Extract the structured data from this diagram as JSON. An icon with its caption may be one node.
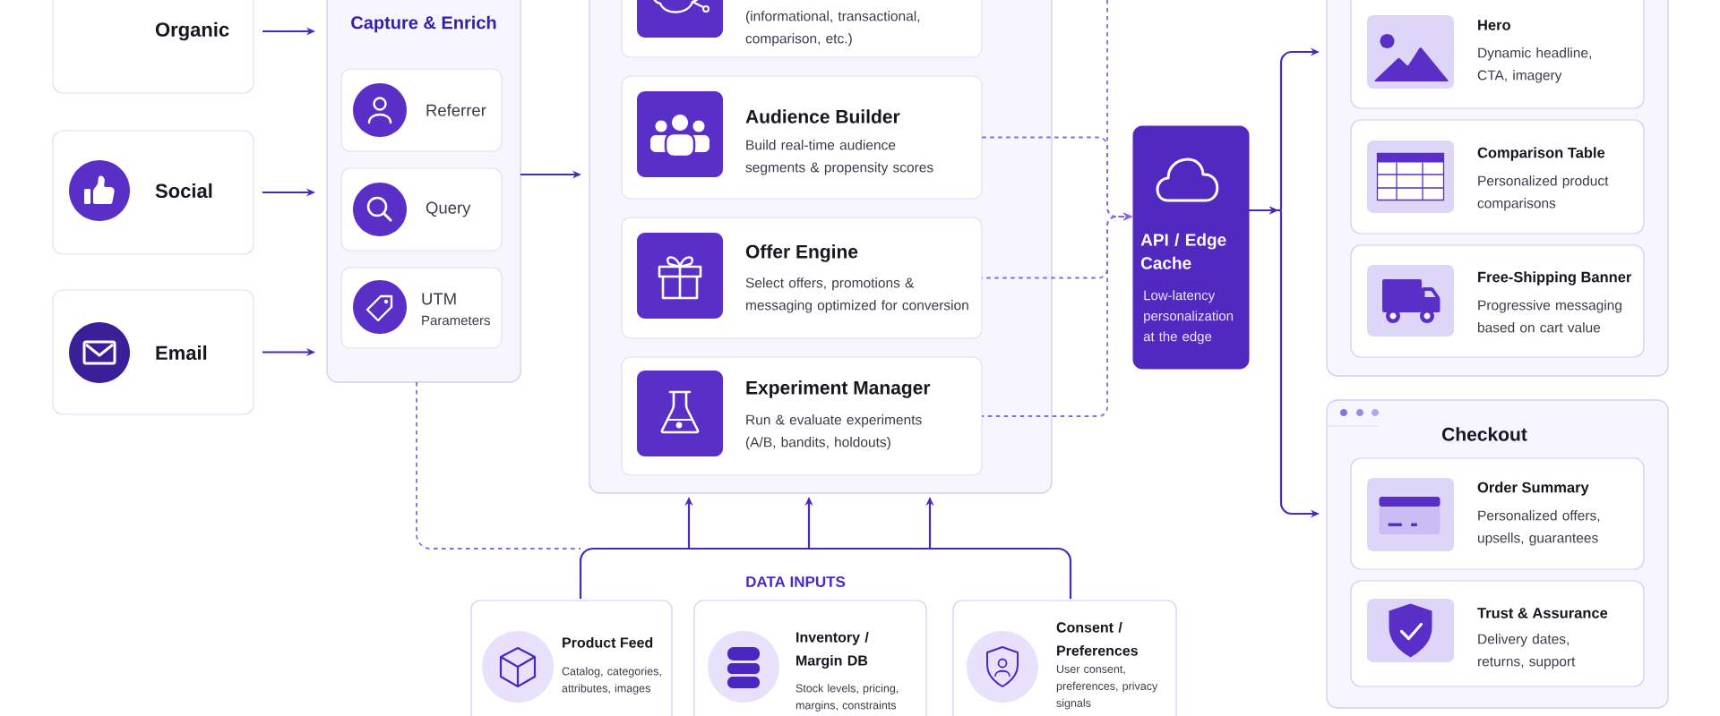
{
  "diagram": {
    "nodes": [
      {
        "text": [
          "Organic"
        ]
      },
      {
        "text": [
          "Social"
        ]
      },
      {
        "text": [
          "Email"
        ]
      },
      {
        "text": [
          "Capture & Enrich"
        ]
      },
      {
        "text": [
          "Referrer"
        ],
        "in": 3
      },
      {
        "text": [
          "Query"
        ],
        "in": 3
      },
      {
        "text": [
          "UTM",
          "Parameters"
        ],
        "in": 3
      },
      {
        "text": [],
        "shape": "box"
      },
      {
        "text": [
          "(informational, transactional, comparison, etc.)"
        ],
        "in": 7
      },
      {
        "text": [
          "Audience Builder",
          "Build real-time audience segments & propensity scores"
        ],
        "in": 7
      },
      {
        "text": [
          "Offer Engine",
          "Select offers, promotions & messaging optimized for conversion"
        ],
        "in": 7
      },
      {
        "text": [
          "Experiment Manager",
          "Run & evaluate experiments (A/B, bandits, holdouts)"
        ],
        "in": 7
      },
      {
        "text": [
          "API / Edge Cache",
          "Low-latency personalization at the edge"
        ]
      },
      {
        "text": [],
        "shape": "box"
      },
      {
        "text": [
          "Hero",
          "Dynamic headline, CTA, imagery"
        ],
        "in": 13
      },
      {
        "text": [
          "Comparison Table",
          "Personalized product comparisons"
        ],
        "in": 13
      },
      {
        "text": [
          "Free-Shipping Banner",
          "Progressive messaging based on cart value"
        ],
        "in": 13
      },
      {
        "text": [
          "Checkout"
        ]
      },
      {
        "text": [
          "Order Summary",
          "Personalized offers, upsells, guarantees"
        ],
        "in": 17
      },
      {
        "text": [
          "Trust & Assurance",
          "Delivery dates, returns, support"
        ],
        "in": 17
      },
      {
        "text": [
          "DATA INPUTS"
        ]
      },
      {
        "text": [
          "Product Feed",
          "Catalog, categories, attributes, images"
        ]
      },
      {
        "text": [
          "Inventory / Margin DB",
          "Stock levels, pricing, margins, constraints"
        ]
      },
      {
        "text": [
          "Consent / Preferences",
          "User consent, preferences, privacy signals"
        ]
      }
    ],
    "edges": [
      {
        "from": 0,
        "to": 3,
        "arrow": "to"
      },
      {
        "from": 1,
        "to": 3,
        "arrow": "to"
      },
      {
        "from": 2,
        "to": 3,
        "arrow": "to"
      },
      {
        "from": 3,
        "to": 7,
        "arrow": "to"
      },
      {
        "from": 9,
        "to": 12,
        "arrow": "to",
        "style": "dashed",
        "color": "#8b66e8"
      },
      {
        "from": 10,
        "to": 12,
        "arrow": "to",
        "style": "dashed",
        "color": "#8b66e8"
      },
      {
        "from": 11,
        "to": 12,
        "arrow": "to",
        "style": "dashed",
        "color": "#8b66e8"
      },
      {
        "from": null,
        "to": 12,
        "arrow": "to",
        "style": "dashed",
        "color": "#8b66e8"
      },
      {
        "from": 12,
        "to": 13,
        "arrow": "to"
      },
      {
        "from": 12,
        "to": 17,
        "arrow": "to"
      },
      {
        "from": 3,
        "to": 20,
        "arrow": "none",
        "style": "dashed",
        "color": "#8b66e8"
      },
      {
        "from": 20,
        "to": 7,
        "arrow": "to"
      },
      {
        "from": 20,
        "to": 7,
        "arrow": "to"
      },
      {
        "from": 20,
        "to": 7,
        "arrow": "to"
      }
    ]
  }
}
